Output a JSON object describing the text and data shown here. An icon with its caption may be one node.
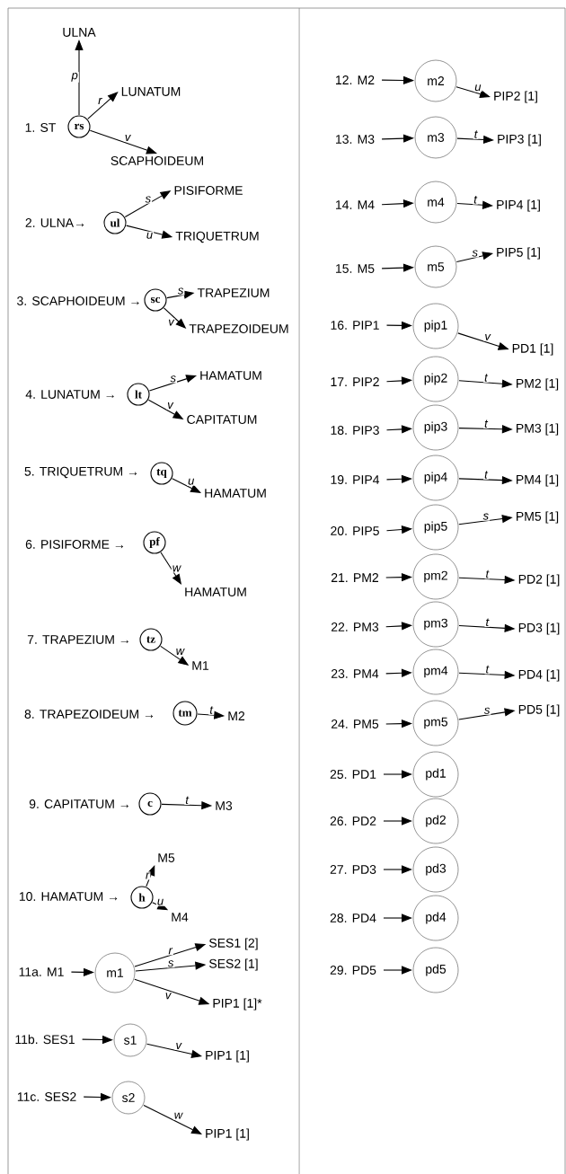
{
  "diagram": {
    "nodes": [
      {
        "text": [
          "1. ST"
        ]
      },
      {
        "text": [
          "rs"
        ]
      },
      {
        "text": [
          "ULNA"
        ]
      },
      {
        "text": [
          "LUNATUM"
        ]
      },
      {
        "text": [
          "SCAPHOIDEUM"
        ]
      },
      {
        "text": [
          "2. ULNA→"
        ]
      },
      {
        "text": [
          "ul"
        ]
      },
      {
        "text": [
          "PISIFORME"
        ]
      },
      {
        "text": [
          "TRIQUETRUM"
        ]
      },
      {
        "text": [
          "3. SCAPHOIDEUM →"
        ]
      },
      {
        "text": [
          "sc"
        ]
      },
      {
        "text": [
          "TRAPEZIUM"
        ]
      },
      {
        "text": [
          "TRAPEZOIDEUM"
        ]
      },
      {
        "text": [
          "4. LUNATUM →"
        ]
      },
      {
        "text": [
          "lt"
        ]
      },
      {
        "text": [
          "HAMATUM"
        ]
      },
      {
        "text": [
          "CAPITATUM"
        ]
      },
      {
        "text": [
          "5. TRIQUETRUM →"
        ]
      },
      {
        "text": [
          "tq"
        ]
      },
      {
        "text": [
          "HAMATUM"
        ]
      },
      {
        "text": [
          "6. PISIFORME →"
        ]
      },
      {
        "text": [
          "pf"
        ]
      },
      {
        "text": [
          "HAMATUM"
        ]
      },
      {
        "text": [
          "7. TRAPEZIUM →"
        ]
      },
      {
        "text": [
          "tz"
        ]
      },
      {
        "text": [
          "M1"
        ]
      },
      {
        "text": [
          "8. TRAPEZOIDEUM →"
        ]
      },
      {
        "text": [
          "tm"
        ]
      },
      {
        "text": [
          "M2"
        ]
      },
      {
        "text": [
          "9. CAPITATUM →"
        ]
      },
      {
        "text": [
          "c"
        ]
      },
      {
        "text": [
          "M3"
        ]
      },
      {
        "text": [
          "10. HAMATUM →"
        ]
      },
      {
        "text": [
          "h"
        ]
      },
      {
        "text": [
          "M5"
        ]
      },
      {
        "text": [
          "M4"
        ]
      },
      {
        "text": [
          "11a. M1"
        ]
      },
      {
        "text": [
          "m1"
        ]
      },
      {
        "text": [
          "SES1 [2]"
        ]
      },
      {
        "text": [
          "SES2 [1]"
        ]
      },
      {
        "text": [
          "PIP1 [1]*"
        ]
      },
      {
        "text": [
          "11b. SES1"
        ]
      },
      {
        "text": [
          "s1"
        ]
      },
      {
        "text": [
          "PIP1 [1]"
        ]
      },
      {
        "text": [
          "11c. SES2"
        ]
      },
      {
        "text": [
          "s2"
        ]
      },
      {
        "text": [
          "PIP1 [1]"
        ]
      },
      {
        "text": [
          "12. M2"
        ]
      },
      {
        "text": [
          "m2"
        ]
      },
      {
        "text": [
          "PIP2 [1]"
        ]
      },
      {
        "text": [
          "13. M3"
        ]
      },
      {
        "text": [
          "m3"
        ]
      },
      {
        "text": [
          "PIP3 [1]"
        ]
      },
      {
        "text": [
          "14. M4"
        ]
      },
      {
        "text": [
          "m4"
        ]
      },
      {
        "text": [
          "PIP4 [1]"
        ]
      },
      {
        "text": [
          "15. M5"
        ]
      },
      {
        "text": [
          "m5"
        ]
      },
      {
        "text": [
          "PIP5 [1]"
        ]
      },
      {
        "text": [
          "16. PIP1"
        ]
      },
      {
        "text": [
          "pip1"
        ]
      },
      {
        "text": [
          "PD1 [1]"
        ]
      },
      {
        "text": [
          "17. PIP2"
        ]
      },
      {
        "text": [
          "pip2"
        ]
      },
      {
        "text": [
          "PM2 [1]"
        ]
      },
      {
        "text": [
          "18. PIP3"
        ]
      },
      {
        "text": [
          "pip3"
        ]
      },
      {
        "text": [
          "PM3 [1]"
        ]
      },
      {
        "text": [
          "19. PIP4"
        ]
      },
      {
        "text": [
          "pip4"
        ]
      },
      {
        "text": [
          "PM4 [1]"
        ]
      },
      {
        "text": [
          "20. PIP5"
        ]
      },
      {
        "text": [
          "pip5"
        ]
      },
      {
        "text": [
          "PM5 [1]"
        ]
      },
      {
        "text": [
          "21. PM2"
        ]
      },
      {
        "text": [
          "pm2"
        ]
      },
      {
        "text": [
          "PD2 [1]"
        ]
      },
      {
        "text": [
          "22. PM3"
        ]
      },
      {
        "text": [
          "pm3"
        ]
      },
      {
        "text": [
          "PD3 [1]"
        ]
      },
      {
        "text": [
          "23. PM4"
        ]
      },
      {
        "text": [
          "pm4"
        ]
      },
      {
        "text": [
          "PD4 [1]"
        ]
      },
      {
        "text": [
          "24. PM5"
        ]
      },
      {
        "text": [
          "pm5"
        ]
      },
      {
        "text": [
          "PD5 [1]"
        ]
      },
      {
        "text": [
          "25. PD1"
        ]
      },
      {
        "text": [
          "pd1"
        ]
      },
      {
        "text": [
          "26. PD2"
        ]
      },
      {
        "text": [
          "pd2"
        ]
      },
      {
        "text": [
          "27. PD3"
        ]
      },
      {
        "text": [
          "pd3"
        ]
      },
      {
        "text": [
          "28. PD4"
        ]
      },
      {
        "text": [
          "pd4"
        ]
      },
      {
        "text": [
          "29. PD5"
        ]
      },
      {
        "text": [
          "pd5"
        ]
      }
    ],
    "edges": [
      {
        "from": 1,
        "to": 2,
        "arrow": "to",
        "label": "p"
      },
      {
        "from": 1,
        "to": 3,
        "arrow": "to",
        "label": "r"
      },
      {
        "from": 1,
        "to": 4,
        "arrow": "to",
        "label": "v"
      },
      {
        "from": 6,
        "to": 7,
        "arrow": "to",
        "label": "s"
      },
      {
        "from": 6,
        "to": 8,
        "arrow": "to",
        "label": "u"
      },
      {
        "from": 10,
        "to": 11,
        "arrow": "to",
        "label": "s"
      },
      {
        "from": 10,
        "to": 12,
        "arrow": "to",
        "label": "v"
      },
      {
        "from": 14,
        "to": 15,
        "arrow": "to",
        "label": "s"
      },
      {
        "from": 14,
        "to": 16,
        "arrow": "to",
        "label": "v"
      },
      {
        "from": 18,
        "to": 19,
        "arrow": "to",
        "label": "u"
      },
      {
        "from": 21,
        "to": 22,
        "arrow": "to",
        "label": "w"
      },
      {
        "from": 24,
        "to": 25,
        "arrow": "to",
        "label": "w"
      },
      {
        "from": 27,
        "to": 28,
        "arrow": "to",
        "label": "t"
      },
      {
        "from": 30,
        "to": 31,
        "arrow": "to",
        "label": "t"
      },
      {
        "from": 33,
        "to": 34,
        "arrow": "to",
        "label": "r"
      },
      {
        "from": 33,
        "to": 35,
        "arrow": "to",
        "label": "u"
      },
      {
        "from": 36,
        "to": 37,
        "arrow": "to"
      },
      {
        "from": 37,
        "to": 38,
        "arrow": "to",
        "label": "r"
      },
      {
        "from": 37,
        "to": 39,
        "arrow": "to",
        "label": "s"
      },
      {
        "from": 37,
        "to": 40,
        "arrow": "to",
        "label": "v"
      },
      {
        "from": 41,
        "to": 42,
        "arrow": "to"
      },
      {
        "from": 42,
        "to": 43,
        "arrow": "to",
        "label": "v"
      },
      {
        "from": 44,
        "to": 45,
        "arrow": "to"
      },
      {
        "from": 45,
        "to": 46,
        "arrow": "to",
        "label": "w"
      },
      {
        "from": 47,
        "to": 48,
        "arrow": "to"
      },
      {
        "from": 48,
        "to": 49,
        "arrow": "to",
        "label": "u"
      },
      {
        "from": 50,
        "to": 51,
        "arrow": "to"
      },
      {
        "from": 51,
        "to": 52,
        "arrow": "to",
        "label": "t"
      },
      {
        "from": 53,
        "to": 54,
        "arrow": "to"
      },
      {
        "from": 54,
        "to": 55,
        "arrow": "to",
        "label": "t"
      },
      {
        "from": 56,
        "to": 57,
        "arrow": "to"
      },
      {
        "from": 57,
        "to": 58,
        "arrow": "to",
        "label": "s"
      },
      {
        "from": 59,
        "to": 60,
        "arrow": "to"
      },
      {
        "from": 60,
        "to": 61,
        "arrow": "to",
        "label": "v"
      },
      {
        "from": 62,
        "to": 63,
        "arrow": "to"
      },
      {
        "from": 63,
        "to": 64,
        "arrow": "to",
        "label": "t"
      },
      {
        "from": 65,
        "to": 66,
        "arrow": "to"
      },
      {
        "from": 66,
        "to": 67,
        "arrow": "to",
        "label": "t"
      },
      {
        "from": 68,
        "to": 69,
        "arrow": "to"
      },
      {
        "from": 69,
        "to": 70,
        "arrow": "to",
        "label": "t"
      },
      {
        "from": 71,
        "to": 72,
        "arrow": "to"
      },
      {
        "from": 72,
        "to": 73,
        "arrow": "to",
        "label": "s"
      },
      {
        "from": 74,
        "to": 75,
        "arrow": "to"
      },
      {
        "from": 75,
        "to": 76,
        "arrow": "to",
        "label": "t"
      },
      {
        "from": 77,
        "to": 78,
        "arrow": "to"
      },
      {
        "from": 78,
        "to": 79,
        "arrow": "to",
        "label": "t"
      },
      {
        "from": 80,
        "to": 81,
        "arrow": "to"
      },
      {
        "from": 81,
        "to": 82,
        "arrow": "to",
        "label": "t"
      },
      {
        "from": 83,
        "to": 84,
        "arrow": "to"
      },
      {
        "from": 84,
        "to": 85,
        "arrow": "to",
        "label": "s"
      },
      {
        "from": 86,
        "to": 87,
        "arrow": "to"
      },
      {
        "from": 88,
        "to": 89,
        "arrow": "to"
      },
      {
        "from": 90,
        "to": 91,
        "arrow": "to"
      },
      {
        "from": 92,
        "to": 93,
        "arrow": "to"
      },
      {
        "from": 94,
        "to": 95,
        "arrow": "to"
      }
    ]
  }
}
